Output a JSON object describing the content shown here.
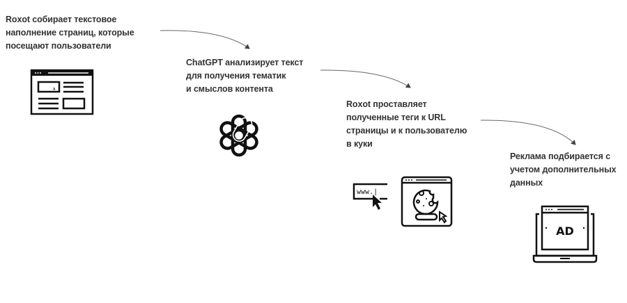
{
  "steps": [
    {
      "lines": [
        "Roxot собирает текстовое",
        "наполнение страниц, которые",
        "посещают пользователи"
      ],
      "icon": "browser-window-icon"
    },
    {
      "lines": [
        "ChatGPT анализирует текст",
        "для получения тематик",
        "и смыслов контента"
      ],
      "icon": "chatgpt-logo-icon"
    },
    {
      "lines": [
        "Roxot проставляет",
        "полученные теги к URL",
        "страницы и к пользователю",
        "в куки"
      ],
      "icon": "cookie-browser-icon"
    },
    {
      "lines": [
        "Реклама подбирается с",
        "учетом дополнительных",
        "данных"
      ],
      "icon": "laptop-ad-icon"
    }
  ],
  "icons": {
    "url_text": "www.|",
    "ad_text": "AD"
  },
  "colors": {
    "text": "#333333",
    "icon": "#111111",
    "arrow": "#555555"
  }
}
